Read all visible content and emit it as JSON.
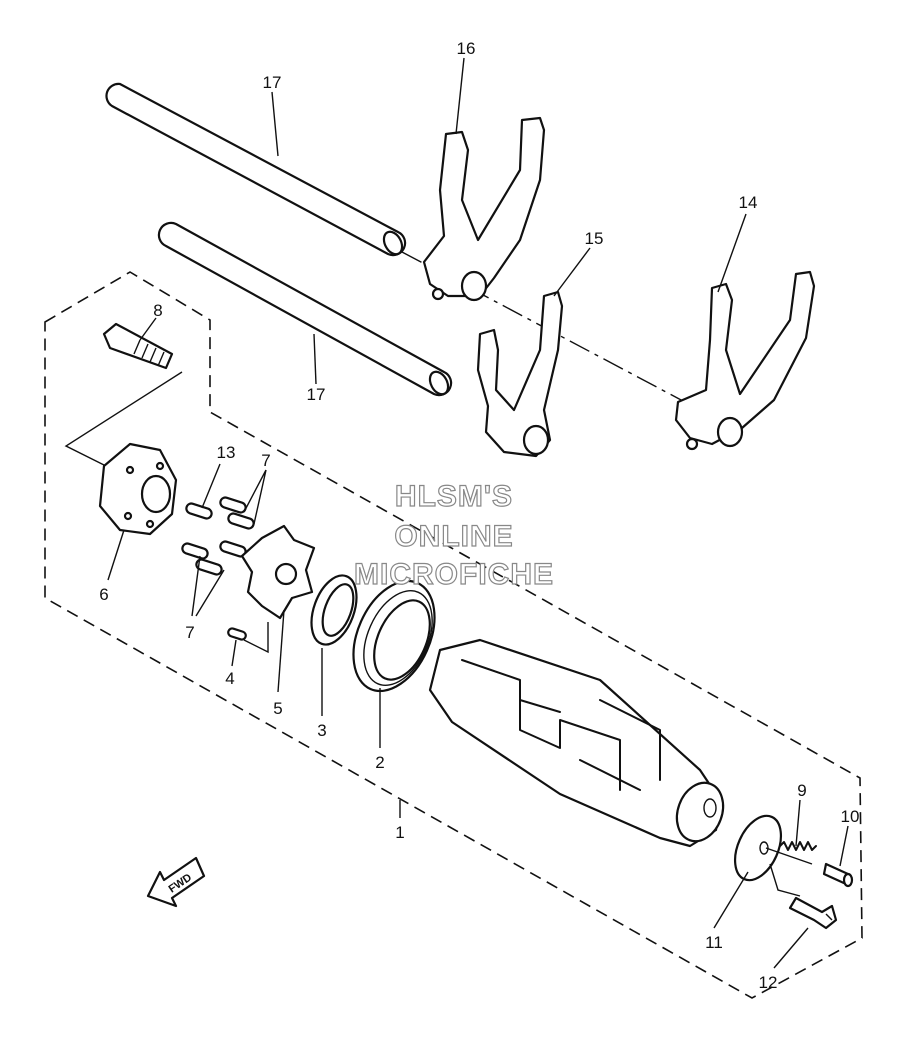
{
  "labels": {
    "l1": "1",
    "l2": "2",
    "l3": "3",
    "l4": "4",
    "l5": "5",
    "l6": "6",
    "l7a": "7",
    "l7b": "7",
    "l8": "8",
    "l9": "9",
    "l10": "10",
    "l11": "11",
    "l12": "12",
    "l13": "13",
    "l14": "14",
    "l15": "15",
    "l16": "16",
    "l17a": "17",
    "l17b": "17"
  },
  "watermark": {
    "line1": "HLSM'S",
    "line2": "ONLINE",
    "line3": "MICROFICHE"
  },
  "fwd_text": "FWD"
}
